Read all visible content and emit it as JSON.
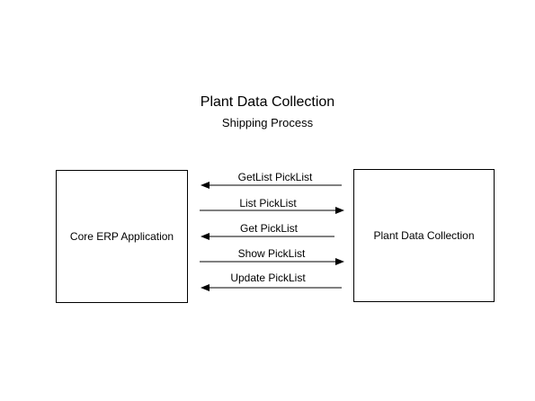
{
  "title": "Plant Data Collection",
  "subtitle": "Shipping Process",
  "left_box": {
    "label": "Core ERP Application"
  },
  "right_box": {
    "label": "Plant Data Collection"
  },
  "messages": [
    {
      "label": "GetList PickList",
      "direction": "right-to-left"
    },
    {
      "label": "List PickList",
      "direction": "left-to-right"
    },
    {
      "label": "Get PickList",
      "direction": "right-to-left"
    },
    {
      "label": "Show PickList",
      "direction": "left-to-right"
    },
    {
      "label": "Update PickList",
      "direction": "right-to-left"
    }
  ]
}
